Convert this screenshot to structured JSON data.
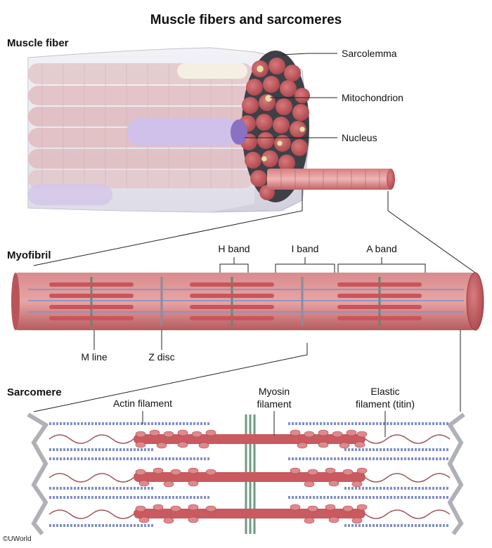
{
  "title": "Muscle fibers and sarcomeres",
  "sections": {
    "muscle_fiber": "Muscle fiber",
    "myofibril": "Myofibril",
    "sarcomere": "Sarcomere"
  },
  "labels": {
    "sarcolemma": "Sarcolemma",
    "mitochondrion": "Mitochondrion",
    "nucleus": "Nucleus",
    "h_band": "H band",
    "i_band": "I band",
    "a_band": "A band",
    "m_line": "M line",
    "z_disc": "Z disc",
    "actin_filament": "Actin filament",
    "myosin_filament_1": "Myosin",
    "myosin_filament_2": "filament",
    "elastic_filament_1": "Elastic",
    "elastic_filament_2": "filament (titin)"
  },
  "copyright": "©UWorld",
  "colors": {
    "muscle": "#c8676b",
    "muscle_light": "#e8a3a4",
    "sheath": "#e7e6ee",
    "nucleus": "#c7b8e4",
    "actin": "#7f8fc8",
    "z_disc": "#b6b6be",
    "m_line": "#5d8a73"
  }
}
